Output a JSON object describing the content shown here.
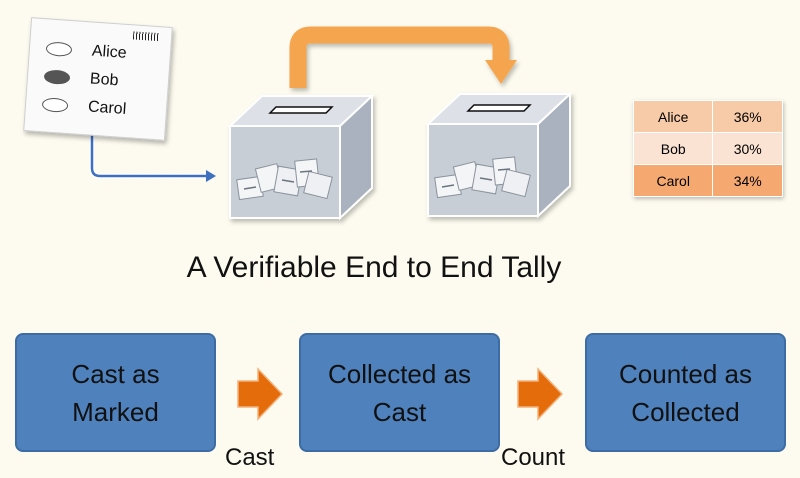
{
  "ballot": {
    "candidates": [
      {
        "name": "Alice",
        "marked": false
      },
      {
        "name": "Bob",
        "marked": true
      },
      {
        "name": "Carol",
        "marked": false
      }
    ]
  },
  "tally": [
    {
      "name": "Alice",
      "percent": "36%"
    },
    {
      "name": "Bob",
      "percent": "30%"
    },
    {
      "name": "Carol",
      "percent": "34%"
    }
  ],
  "title": "A Verifiable End to End Tally",
  "process": {
    "steps": [
      {
        "label": "Cast as Marked"
      },
      {
        "label": "Collected as Cast"
      },
      {
        "label": "Counted as Collected"
      }
    ],
    "transitions": [
      {
        "label": "Cast"
      },
      {
        "label": "Count"
      }
    ]
  },
  "colors": {
    "background": "#fdfbef",
    "step_fill": "#4f81bd",
    "orange_arrow": "#e46c0a",
    "flow_arrow": "#f6a54f",
    "box_face": "#c8ced6",
    "ballot_arrow": "#3f6fbf"
  },
  "icons": [
    "ballot-paper-icon",
    "ballot-box-icon",
    "ballot-slip-icon",
    "flow-arrow-icon"
  ]
}
